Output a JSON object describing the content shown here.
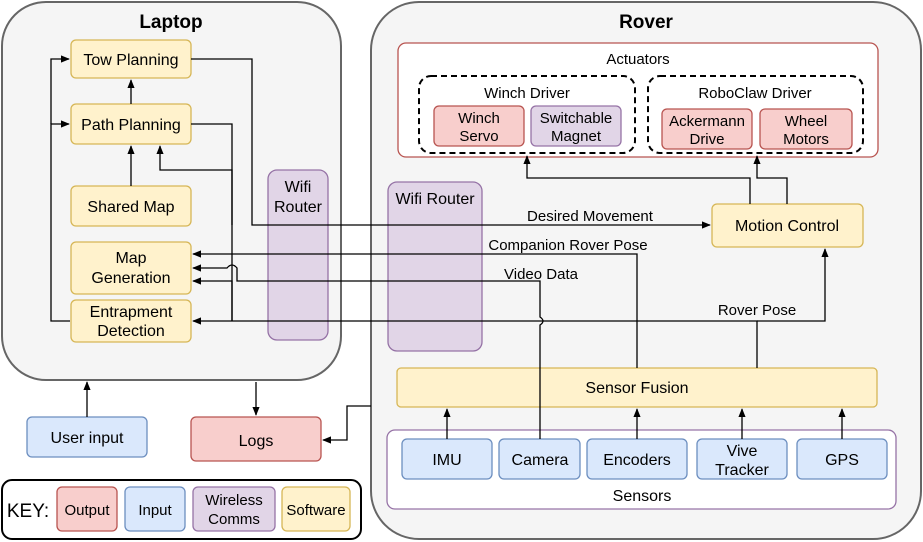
{
  "laptop": {
    "title": "Laptop",
    "tow_planning": "Tow Planning",
    "path_planning": "Path Planning",
    "shared_map": "Shared Map",
    "map_generation_1": "Map",
    "map_generation_2": "Generation",
    "entrapment_1": "Entrapment",
    "entrapment_2": "Detection",
    "wifi_1": "Wifi",
    "wifi_2": "Router"
  },
  "rover": {
    "title": "Rover",
    "actuators": "Actuators",
    "winch_driver": "Winch Driver",
    "winch_servo_1": "Winch",
    "winch_servo_2": "Servo",
    "magnet_1": "Switchable",
    "magnet_2": "Magnet",
    "roboclaw_driver": "RoboClaw Driver",
    "ackermann_1": "Ackermann",
    "ackermann_2": "Drive",
    "wheel_1": "Wheel",
    "wheel_2": "Motors",
    "wifi_router": "Wifi Router",
    "motion_control": "Motion Control",
    "sensor_fusion": "Sensor Fusion",
    "sensors": "Sensors",
    "imu": "IMU",
    "camera": "Camera",
    "encoders": "Encoders",
    "vive_1": "Vive",
    "vive_2": "Tracker",
    "gps": "GPS"
  },
  "edges": {
    "desired_movement": "Desired Movement",
    "companion_pose": "Companion Rover Pose",
    "video_data": "Video Data",
    "rover_pose": "Rover Pose"
  },
  "external": {
    "user_input": "User input",
    "logs": "Logs"
  },
  "key": {
    "label": "KEY:",
    "output": "Output",
    "input": "Input",
    "wireless_1": "Wireless",
    "wireless_2": "Comms",
    "software": "Software"
  },
  "colors": {
    "software_fill": "#fff2cc",
    "software_stroke": "#d6b656",
    "input_fill": "#dae8fc",
    "input_stroke": "#6c8ebf",
    "output_fill": "#f8cecc",
    "output_stroke": "#b85450",
    "wireless_fill": "#e1d5e7",
    "wireless_stroke": "#9673a6",
    "container_fill": "#f5f5f5",
    "container_stroke": "#666666"
  }
}
